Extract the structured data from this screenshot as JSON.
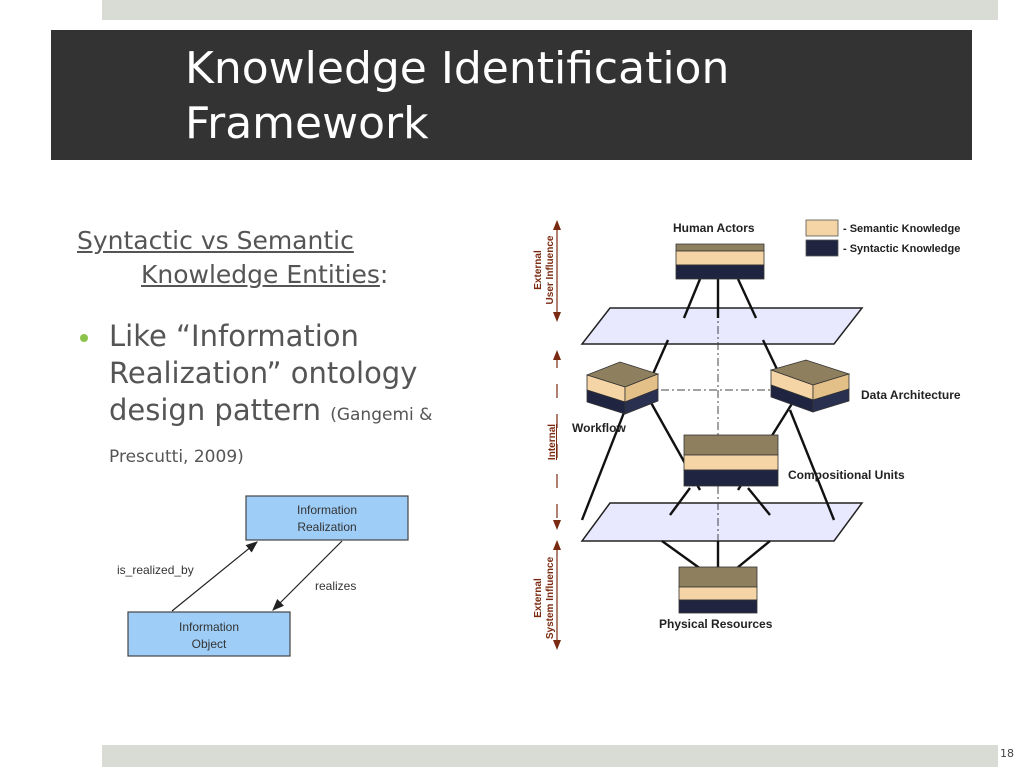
{
  "slide": {
    "title_line1": "Knowledge Identification",
    "title_line2": "Framework",
    "heading_part1": "Syntactic vs Semantic",
    "heading_part2": "Knowledge Entities",
    "heading_colon": ":",
    "bullet_text": "Like “Information Realization” ontology design pattern",
    "bullet_citation": "(Gangemi & Prescutti, 2009)",
    "page_number": "18"
  },
  "pattern_diagram": {
    "box_top_line1": "Information",
    "box_top_line2": "Realization",
    "box_bottom_line1": "Information",
    "box_bottom_line2": "Object",
    "edge_up_label": "is_realized_by",
    "edge_down_label": "realizes",
    "box_fill": "#9ecdf7"
  },
  "framework_diagram": {
    "legend": [
      {
        "label": "- Semantic Knowledge",
        "color": "#f5d5a5"
      },
      {
        "label": "- Syntactic Knowledge",
        "color": "#1f2540"
      }
    ],
    "nodes": {
      "human_actors": "Human Actors",
      "data_architecture": "Data Architecture",
      "workflow": "Workflow",
      "compositional_units": "Compositional Units",
      "physical_resources": "Physical Resources"
    },
    "axis": {
      "top_line1": "External",
      "top_line2": "User Influence",
      "middle": "Internal",
      "bottom_line1": "External",
      "bottom_line2": "System Influence"
    },
    "colors": {
      "plane": "#e8e8ff",
      "block_top": "#8e7f5f",
      "axis": "#7a2a10"
    }
  }
}
